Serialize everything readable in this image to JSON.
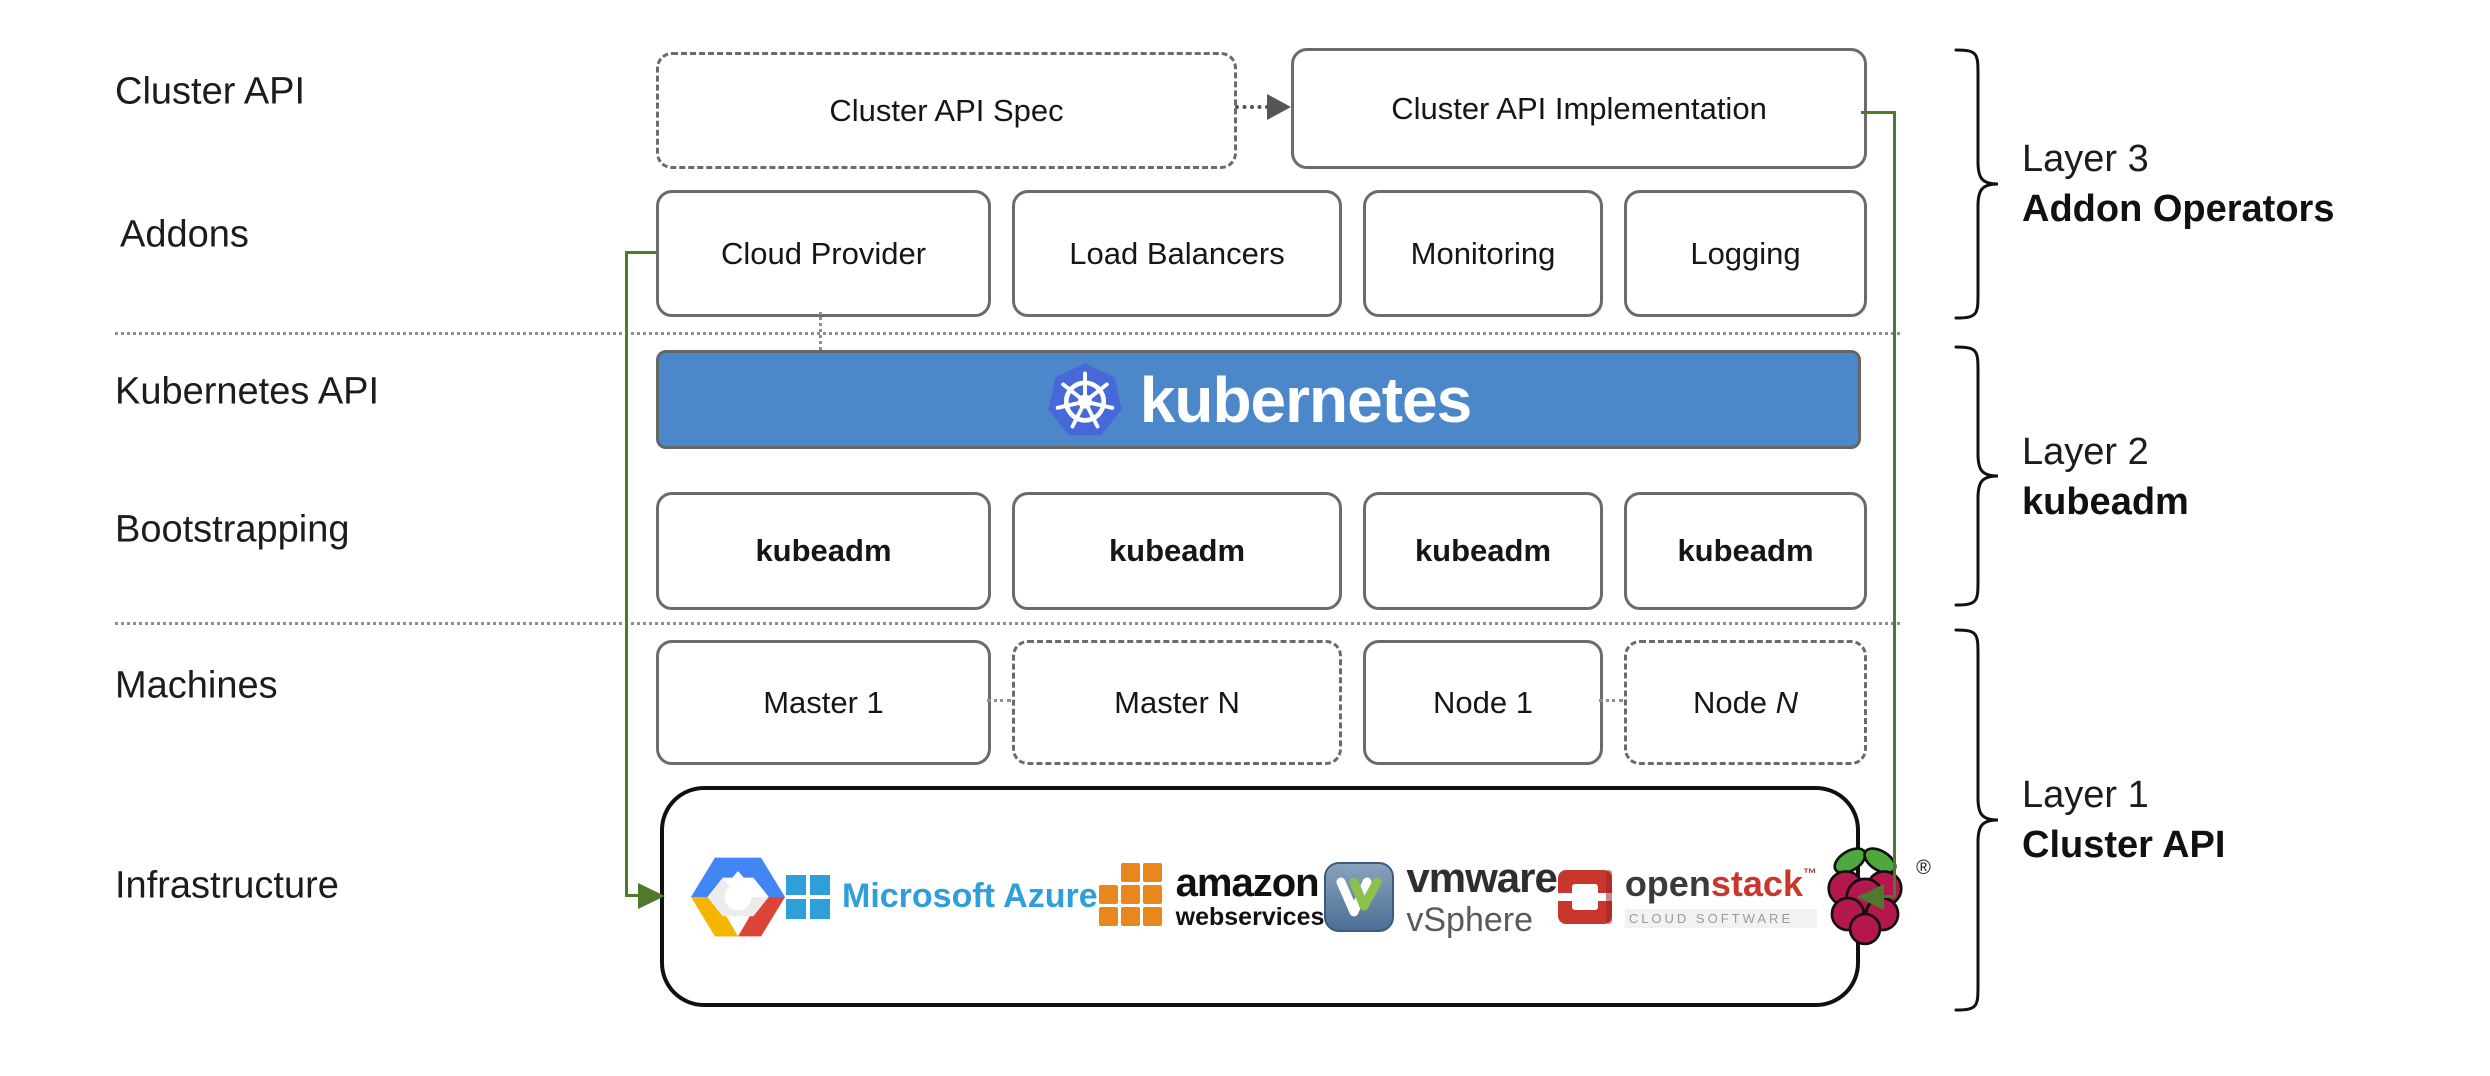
{
  "colors": {
    "green": "#4e7a2d",
    "banner_blue": "#4C87C9",
    "k8s_logo_blue": "#4668D8",
    "azure_blue": "#2F9FDA",
    "aws_orange": "#E8871C",
    "openstack_red": "#C8362D",
    "raspberry_crimson": "#B3174E",
    "leaf_green": "#4FA83D"
  },
  "row_labels": [
    {
      "text": "Cluster API"
    },
    {
      "text": "Addons"
    },
    {
      "text": "Kubernetes API"
    },
    {
      "text": "Bootstrapping"
    },
    {
      "text": "Machines"
    },
    {
      "text": "Infrastructure"
    }
  ],
  "top_row": {
    "spec": "Cluster API Spec",
    "implementation": "Cluster API Implementation"
  },
  "addons": [
    "Cloud Provider",
    "Load Balancers",
    "Monitoring",
    "Logging"
  ],
  "banner": {
    "text": "kubernetes"
  },
  "kubeadm": {
    "label": "kubeadm"
  },
  "machines": [
    {
      "main": "Master 1",
      "em": ""
    },
    {
      "main": "Master N",
      "em": ""
    },
    {
      "main": "Node 1",
      "em": ""
    },
    {
      "main": "Node ",
      "em": "N"
    }
  ],
  "layers": [
    {
      "title": "Layer 3",
      "subtitle": "Addon Operators"
    },
    {
      "title": "Layer 2",
      "subtitle": "kubeadm"
    },
    {
      "title": "Layer 1",
      "subtitle": "Cluster API"
    }
  ],
  "logos": {
    "azure": {
      "text": "Microsoft Azure"
    },
    "aws": {
      "line1": "amazon",
      "line2": "webservices"
    },
    "vmware": {
      "line1": "vmware",
      "line2": "vSphere"
    },
    "openstack": {
      "part1": "open",
      "part2": "stack",
      "tm": "™",
      "tagline": "CLOUD SOFTWARE"
    },
    "raspberry_pi": {
      "reg": "®"
    }
  }
}
